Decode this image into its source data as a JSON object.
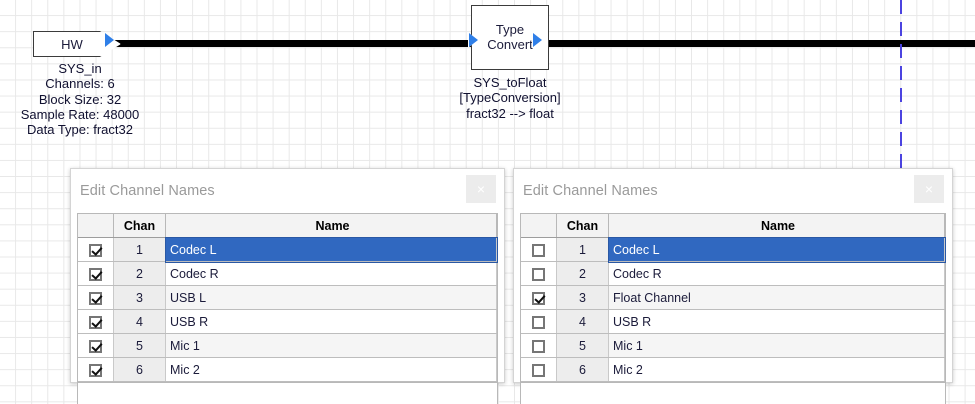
{
  "diagram": {
    "blocks": [
      {
        "id": "hw",
        "label": "HW",
        "caption": "SYS_in\nChannels: 6\nBlock Size: 32\nSample Rate: 48000\nData Type: fract32"
      },
      {
        "id": "type_convert",
        "label_line1": "Type",
        "label_line2": "Convert",
        "caption": "SYS_toFloat\n[TypeConversion]\nfract32 --> float"
      }
    ],
    "guide_color": "#4b43e0",
    "wire_color": "#000000",
    "port_color": "#2f7fe8"
  },
  "dialogs": [
    {
      "id": "left",
      "title": "Edit Channel Names",
      "close_label": "×",
      "columns": [
        "",
        "Chan",
        "Name"
      ],
      "rows": [
        {
          "checked": true,
          "chan": "1",
          "name": "Codec L",
          "selected": true
        },
        {
          "checked": true,
          "chan": "2",
          "name": "Codec R",
          "selected": false
        },
        {
          "checked": true,
          "chan": "3",
          "name": "USB L",
          "selected": false
        },
        {
          "checked": true,
          "chan": "4",
          "name": "USB R",
          "selected": false
        },
        {
          "checked": true,
          "chan": "5",
          "name": "Mic 1",
          "selected": false
        },
        {
          "checked": true,
          "chan": "6",
          "name": "Mic 2",
          "selected": false
        }
      ]
    },
    {
      "id": "right",
      "title": "Edit Channel Names",
      "close_label": "×",
      "columns": [
        "",
        "Chan",
        "Name"
      ],
      "rows": [
        {
          "checked": false,
          "chan": "1",
          "name": "Codec L",
          "selected": true
        },
        {
          "checked": false,
          "chan": "2",
          "name": "Codec R",
          "selected": false
        },
        {
          "checked": true,
          "chan": "3",
          "name": "Float Channel",
          "selected": false
        },
        {
          "checked": false,
          "chan": "4",
          "name": "USB R",
          "selected": false
        },
        {
          "checked": false,
          "chan": "5",
          "name": "Mic 1",
          "selected": false
        },
        {
          "checked": false,
          "chan": "6",
          "name": "Mic 2",
          "selected": false
        }
      ]
    }
  ],
  "theme": {
    "selection_blue": "#3068c0",
    "grid_line": "#e8e8e8",
    "title_grey": "#9a9a9a"
  }
}
